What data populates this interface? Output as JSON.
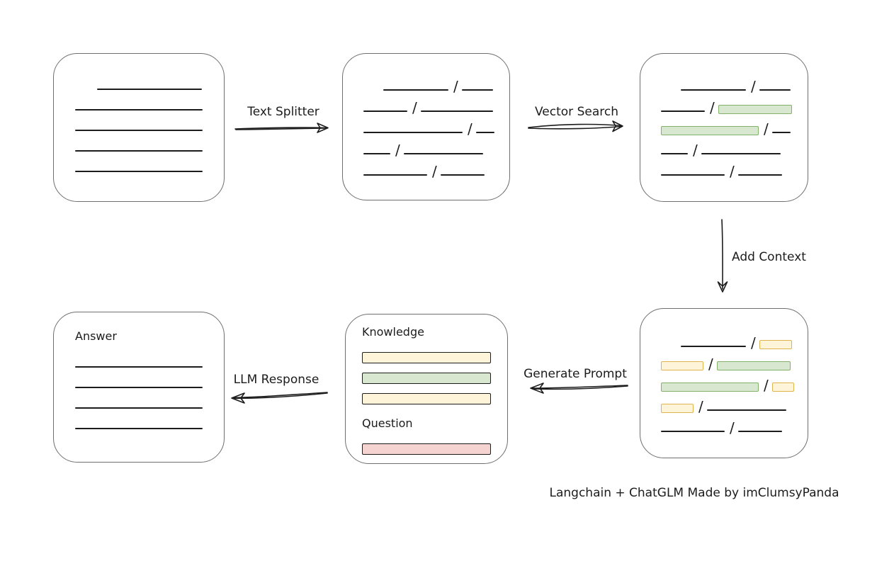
{
  "diagram": {
    "caption": "Langchain + ChatGLM Made by imClumsyPanda",
    "arrows": {
      "text_splitter": "Text Splitter",
      "vector_search": "Vector Search",
      "add_context": "Add Context",
      "generate_prompt": "Generate Prompt",
      "llm_response": "LLM Response"
    },
    "prompt_box": {
      "knowledge_label": "Knowledge",
      "question_label": "Question"
    },
    "answer_box": {
      "title": "Answer"
    }
  },
  "colors": {
    "ink": "#1c1c1c",
    "box_border": "#6f6f6f",
    "green_fill": "#d8e8d0",
    "green_stroke": "#84b169",
    "yellow_fill": "#fdf4d9",
    "yellow_stroke": "#dfb44c",
    "red_fill": "#f5d3d0",
    "red_stroke": "#b85650"
  },
  "boxes": {
    "document": {
      "rows": [
        {
          "ind": 31,
          "segs": [
            {
              "t": "ln",
              "w": 148
            }
          ]
        },
        {
          "segs": [
            {
              "t": "ln",
              "w": 180
            }
          ]
        },
        {
          "segs": [
            {
              "t": "ln",
              "w": 180
            }
          ]
        },
        {
          "segs": [
            {
              "t": "ln",
              "w": 180
            }
          ]
        },
        {
          "segs": [
            {
              "t": "ln",
              "w": 180
            }
          ]
        }
      ]
    },
    "chunks": {
      "rows": [
        {
          "ind": 28,
          "segs": [
            {
              "t": "ln",
              "w": 92
            },
            {
              "t": "sl"
            },
            {
              "t": "ln",
              "w": 44
            }
          ]
        },
        {
          "segs": [
            {
              "t": "ln",
              "w": 62
            },
            {
              "t": "sl"
            },
            {
              "t": "ln",
              "w": 102
            }
          ]
        },
        {
          "segs": [
            {
              "t": "ln",
              "w": 140
            },
            {
              "t": "sl"
            },
            {
              "t": "ln",
              "w": 26
            }
          ]
        },
        {
          "segs": [
            {
              "t": "ln",
              "w": 38
            },
            {
              "t": "sl"
            },
            {
              "t": "ln",
              "w": 112
            }
          ]
        },
        {
          "segs": [
            {
              "t": "ln",
              "w": 90
            },
            {
              "t": "sl"
            },
            {
              "t": "ln",
              "w": 62
            }
          ]
        }
      ]
    },
    "matched": {
      "rows": [
        {
          "ind": 28,
          "segs": [
            {
              "t": "ln",
              "w": 92
            },
            {
              "t": "sl"
            },
            {
              "t": "ln",
              "w": 44
            }
          ]
        },
        {
          "segs": [
            {
              "t": "ln",
              "w": 62
            },
            {
              "t": "sl"
            },
            {
              "t": "bar",
              "c": "green",
              "w": 104
            }
          ]
        },
        {
          "segs": [
            {
              "t": "bar",
              "c": "green",
              "w": 138
            },
            {
              "t": "sl"
            },
            {
              "t": "ln",
              "w": 26
            }
          ]
        },
        {
          "segs": [
            {
              "t": "ln",
              "w": 38
            },
            {
              "t": "sl"
            },
            {
              "t": "ln",
              "w": 112
            }
          ]
        },
        {
          "segs": [
            {
              "t": "ln",
              "w": 90
            },
            {
              "t": "sl"
            },
            {
              "t": "ln",
              "w": 62
            }
          ]
        }
      ]
    },
    "context": {
      "rows": [
        {
          "ind": 28,
          "segs": [
            {
              "t": "ln",
              "w": 92
            },
            {
              "t": "sl"
            },
            {
              "t": "bar",
              "c": "yellow",
              "w": 46
            }
          ]
        },
        {
          "segs": [
            {
              "t": "bar",
              "c": "yellow",
              "w": 60
            },
            {
              "t": "sl"
            },
            {
              "t": "bar",
              "c": "green",
              "w": 104
            }
          ]
        },
        {
          "segs": [
            {
              "t": "bar",
              "c": "green",
              "w": 138
            },
            {
              "t": "sl"
            },
            {
              "t": "bar",
              "c": "yellow",
              "w": 31
            }
          ]
        },
        {
          "segs": [
            {
              "t": "bar",
              "c": "yellow",
              "w": 46
            },
            {
              "t": "sl"
            },
            {
              "t": "ln",
              "w": 112
            }
          ]
        },
        {
          "segs": [
            {
              "t": "ln",
              "w": 90
            },
            {
              "t": "sl"
            },
            {
              "t": "ln",
              "w": 62
            }
          ]
        }
      ]
    },
    "prompt": {
      "knowledge_bars": [
        {
          "c": "yellow"
        },
        {
          "c": "green"
        },
        {
          "c": "yellow"
        }
      ],
      "question_bars": [
        {
          "c": "red"
        }
      ]
    },
    "answer": {
      "rows": [
        {
          "segs": [
            {
              "t": "ln",
              "w": 180
            }
          ]
        },
        {
          "segs": [
            {
              "t": "ln",
              "w": 180
            }
          ]
        },
        {
          "segs": [
            {
              "t": "ln",
              "w": 180
            }
          ]
        },
        {
          "segs": [
            {
              "t": "ln",
              "w": 180
            }
          ]
        }
      ]
    }
  }
}
